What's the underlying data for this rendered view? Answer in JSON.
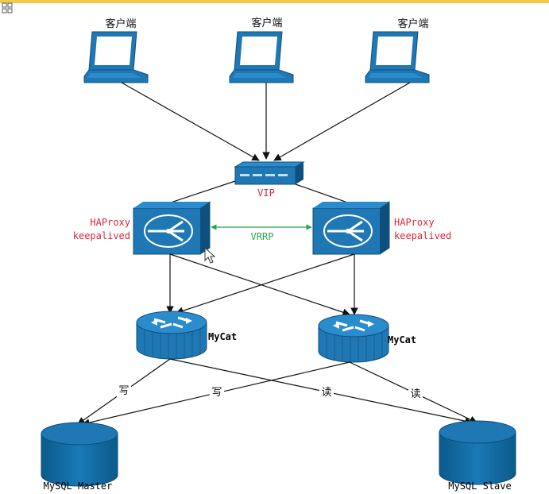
{
  "clients": [
    {
      "label": "客户端"
    },
    {
      "label": "客户端"
    },
    {
      "label": "客户端"
    }
  ],
  "vip": {
    "label": "VIP"
  },
  "haproxy_left": {
    "line1": "HAProxy",
    "line2": "keepalived"
  },
  "haproxy_right": {
    "line1": "HAProxy",
    "line2": "keepalived"
  },
  "vrrp": {
    "label": "VRRP"
  },
  "mycat_left": {
    "label": "MyCat"
  },
  "mycat_right": {
    "label": "MyCat"
  },
  "edges": {
    "write_left": "写",
    "write_right": "写",
    "read_left": "读",
    "read_right": "读"
  },
  "mysql_master": {
    "label": "MySQL Master"
  },
  "mysql_slave": {
    "label": "MySQL Slave"
  },
  "colors": {
    "device_blue": "#1f78b4",
    "device_dark": "#0d4f7d",
    "label_red": "#e0243a",
    "vrrp_green": "#27a84a",
    "frame_yellow": "#f2c94c"
  }
}
